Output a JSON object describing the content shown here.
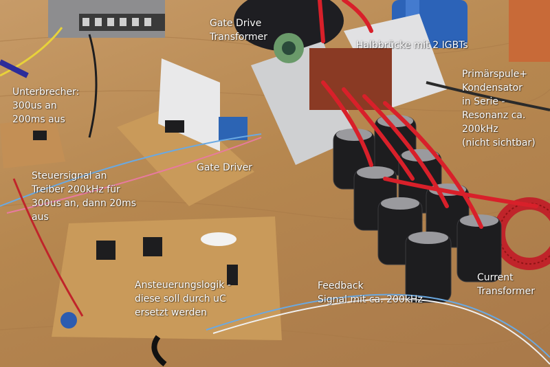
{
  "annotations": {
    "gate_drive_transformer": "Gate Drive\nTransformer",
    "half_bridge": "Halbbrücke mit 2 IGBTs",
    "primary_coil": "Primärspule+\nKondensator\nin Serie -\nResonanz ca.\n200kHz\n(nicht sichtbar)",
    "interrupter": "Unterbrecher:\n300us an\n200ms aus",
    "control_signal": "Steuersignal an\nTreiber 200kHz für\n300us an, dann 20ms\naus",
    "gate_driver": "Gate Driver",
    "control_logic": "Ansteuerungslogik -\ndiese soll durch uC\nersetzt werden",
    "feedback": "Feedback\nSignal mit ca. 200kHz",
    "current_transformer": "Current\nTransformer"
  },
  "colors": {
    "label_text": "#ffffff",
    "wood": "#b98c5a",
    "capacitor": "#1c1c1e",
    "wire_red": "#d8202a",
    "heatsink": "#d9d9d9",
    "perfboard": "#c99a5a"
  }
}
